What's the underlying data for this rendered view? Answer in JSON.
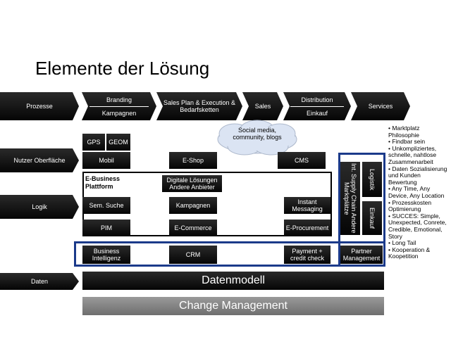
{
  "title": "Elemente der Lösung",
  "rows": {
    "prozesse": "Prozesse",
    "nutzer": "Nutzer Oberfläche",
    "logik": "Logik",
    "daten": "Daten"
  },
  "process": {
    "branding": "Branding",
    "kampagnen": "Kampagnen",
    "sales_plan": "Sales Plan & Execution & Bedarfsketten",
    "sales": "Sales",
    "distribution": "Distribution",
    "einkauf": "Einkauf",
    "services": "Services"
  },
  "cloud": "Social media, community, blogs",
  "boxes": {
    "gps": "GPS",
    "geom": "GEOM",
    "mobil": "Mobil",
    "eshop": "E-Shop",
    "cms": "CMS",
    "platform": "E-Business Plattform",
    "digital": "Digitale Lösungen Andere Anbieter",
    "sem": "Sem. Suche",
    "kampagnen": "Kampagnen",
    "instant": "Instant Messaging",
    "pim": "PIM",
    "ecommerce": "E-Commerce",
    "eproc": "E-Procurement",
    "bi": "Business Intelligenz",
    "crm": "CRM",
    "payment": "Payment + credit check",
    "partner": "Partner Management",
    "supply": "Int. Supply Chain Andere Marktplätze",
    "logistik": "Logistik",
    "einkauf": "Einkauf",
    "datenmodell": "Datenmodell",
    "change": "Change Management"
  },
  "bullets": [
    "Marktplatz Philosophie",
    "Findbar sein",
    "Unkompliziertes, schnelle, nahtlose Zusammenarbeit",
    "Daten Sozialisierung und Kunden Bewertung",
    "Any Time, Any Device, Any Location",
    "Prozesskosten Optimierung",
    "SUCCES: Simple, Unexpected, Conrete, Credible, Emotional, Story",
    "Long Tail",
    "Kooperation & Koopetition"
  ]
}
